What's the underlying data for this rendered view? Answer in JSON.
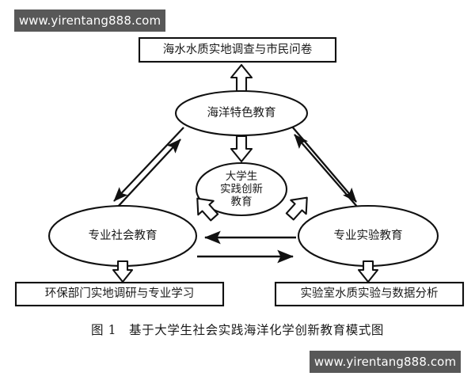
{
  "watermarks": {
    "top": "www.yirentang888.com",
    "bottom": "www.yirentang888.com",
    "background_color": "#585858",
    "text_color": "#ffffff"
  },
  "diagram": {
    "title": "基于大学生社会实践海洋化学创新教育模式图",
    "stroke_color": "#111111",
    "fill_color": "#ffffff",
    "nodes": {
      "top_box": {
        "label": "海水水质实地调查与市民问卷",
        "shape": "rectangle"
      },
      "top_ellipse": {
        "label": "海洋特色教育",
        "shape": "ellipse"
      },
      "center_ellipse": {
        "shape": "ellipse",
        "lines": [
          "大学生",
          "实践创新",
          "教育"
        ],
        "label": "大学生实践创新教育"
      },
      "left_ellipse": {
        "label": "专业社会教育",
        "shape": "ellipse"
      },
      "right_ellipse": {
        "label": "专业实验教育",
        "shape": "ellipse"
      },
      "bottom_left_box": {
        "label": "环保部门实地调研与专业学习",
        "shape": "rectangle"
      },
      "bottom_right_box": {
        "label": "实验室水质实验与数据分析",
        "shape": "rectangle"
      }
    },
    "connectors": [
      {
        "id": "top-ellipse-to-top-box",
        "style": "block-arrow",
        "direction": "up"
      },
      {
        "id": "top-ellipse-to-center",
        "style": "block-arrow",
        "direction": "down"
      },
      {
        "id": "left-ellipse-to-center",
        "style": "block-arrow",
        "direction": "up-right"
      },
      {
        "id": "right-ellipse-to-center",
        "style": "block-arrow",
        "direction": "up-left"
      },
      {
        "id": "left-ellipse-to-top-ellipse",
        "style": "line-arrow",
        "direction": "up-right"
      },
      {
        "id": "top-ellipse-to-left-ellipse",
        "style": "line-arrow",
        "direction": "down-left"
      },
      {
        "id": "right-ellipse-to-top-ellipse",
        "style": "line-arrow",
        "direction": "up-right"
      },
      {
        "id": "top-ellipse-to-right-ellipse",
        "style": "line-arrow",
        "direction": "down-right"
      },
      {
        "id": "right-ellipse-to-left-ellipse",
        "style": "line-arrow",
        "direction": "left"
      },
      {
        "id": "left-ellipse-to-right-ellipse",
        "style": "line-arrow",
        "direction": "right"
      },
      {
        "id": "left-ellipse-to-bottom-left-box",
        "style": "block-arrow",
        "direction": "down"
      },
      {
        "id": "right-ellipse-to-bottom-right-box",
        "style": "block-arrow",
        "direction": "down"
      }
    ]
  },
  "caption": {
    "number": "图 1",
    "text": "基于大学生社会实践海洋化学创新教育模式图"
  }
}
